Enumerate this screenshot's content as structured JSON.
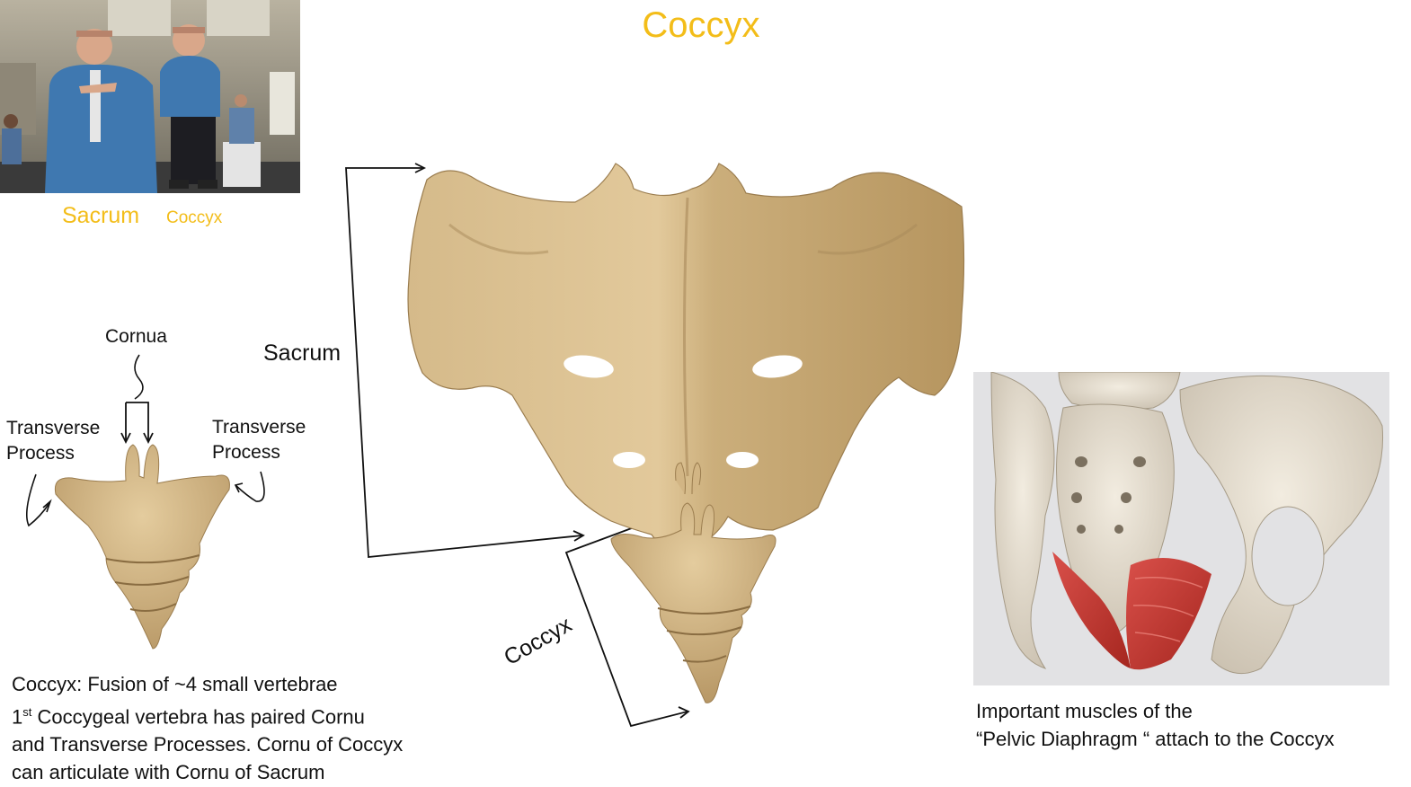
{
  "title": "Coccyx",
  "photo": {
    "caption_sacrum": "Sacrum",
    "caption_coccyx": "Coccyx"
  },
  "small_diagram": {
    "cornua": "Cornua",
    "transverse_left_1": "Transverse",
    "transverse_left_2": "Process",
    "transverse_right_1": "Transverse",
    "transverse_right_2": "Process"
  },
  "main_diagram": {
    "sacrum_label": "Sacrum",
    "coccyx_label": "Coccyx"
  },
  "caption_left": {
    "line1": "Coccyx: Fusion of ~4 small vertebrae",
    "line2_num": "1",
    "line2_sup": "st",
    "line2_rest": " Coccygeal vertebra has paired Cornu",
    "line3": "and Transverse Processes.  Cornu of Coccyx",
    "line4": "can articulate with Cornu of Sacrum"
  },
  "caption_right": {
    "line1": "Important muscles of the",
    "line2": "“Pelvic Diaphragm “ attach to the Coccyx"
  },
  "colors": {
    "title": "#f3bd19",
    "bone": "#d9bd8c",
    "bone_shadow": "#a98a57",
    "muscle": "#c63a32"
  }
}
